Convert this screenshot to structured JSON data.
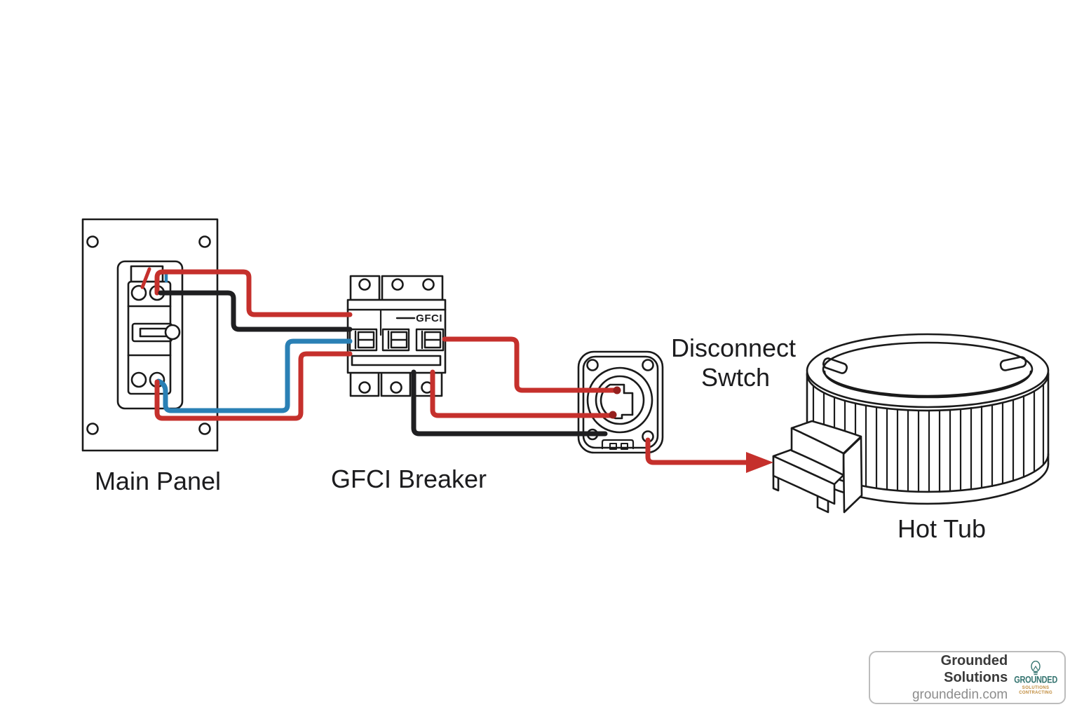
{
  "labels": {
    "main_panel": "Main Panel",
    "gfci_breaker": "GFCI Breaker",
    "disconnect_line1": "Disconnect",
    "disconnect_line2": "Swtch",
    "hot_tub": "Hot Tub",
    "gfci_chip": "GFCI"
  },
  "colors": {
    "red": "#c5302c",
    "red_dark": "#96201e",
    "blue": "#2a80b5",
    "black": "#1f1f21",
    "outline": "#1a1a1a"
  },
  "connections": [
    {
      "from": "Main Panel breaker top terminal",
      "to": "GFCI Breaker line side",
      "color": "red"
    },
    {
      "from": "Main Panel breaker top terminal",
      "to": "GFCI Breaker line side",
      "color": "black"
    },
    {
      "from": "Main Panel breaker bottom terminal",
      "to": "GFCI Breaker line side",
      "color": "blue"
    },
    {
      "from": "Main Panel breaker bottom terminal",
      "to": "GFCI Breaker line side",
      "color": "red"
    },
    {
      "from": "GFCI Breaker load side (right)",
      "to": "Disconnect Switch rotary knob",
      "color": "red"
    },
    {
      "from": "GFCI Breaker load side (bottom)",
      "to": "Disconnect Switch rotary knob",
      "color": "red"
    },
    {
      "from": "GFCI Breaker load side (bottom)",
      "to": "Disconnect Switch lower-left terminal",
      "color": "black"
    },
    {
      "from": "Disconnect Switch lower-right terminal",
      "to": "Hot Tub",
      "color": "red",
      "arrow": true
    }
  ],
  "branding": {
    "name": "Grounded Solutions",
    "website": "groundedin.com",
    "logo": {
      "word1": "GROUNDED",
      "word2": "SOLUTIONS",
      "word3": "CONTRACTING",
      "icon": "lightbulb-icon",
      "teal": "#33736f",
      "orange": "#bf8a3a"
    }
  }
}
